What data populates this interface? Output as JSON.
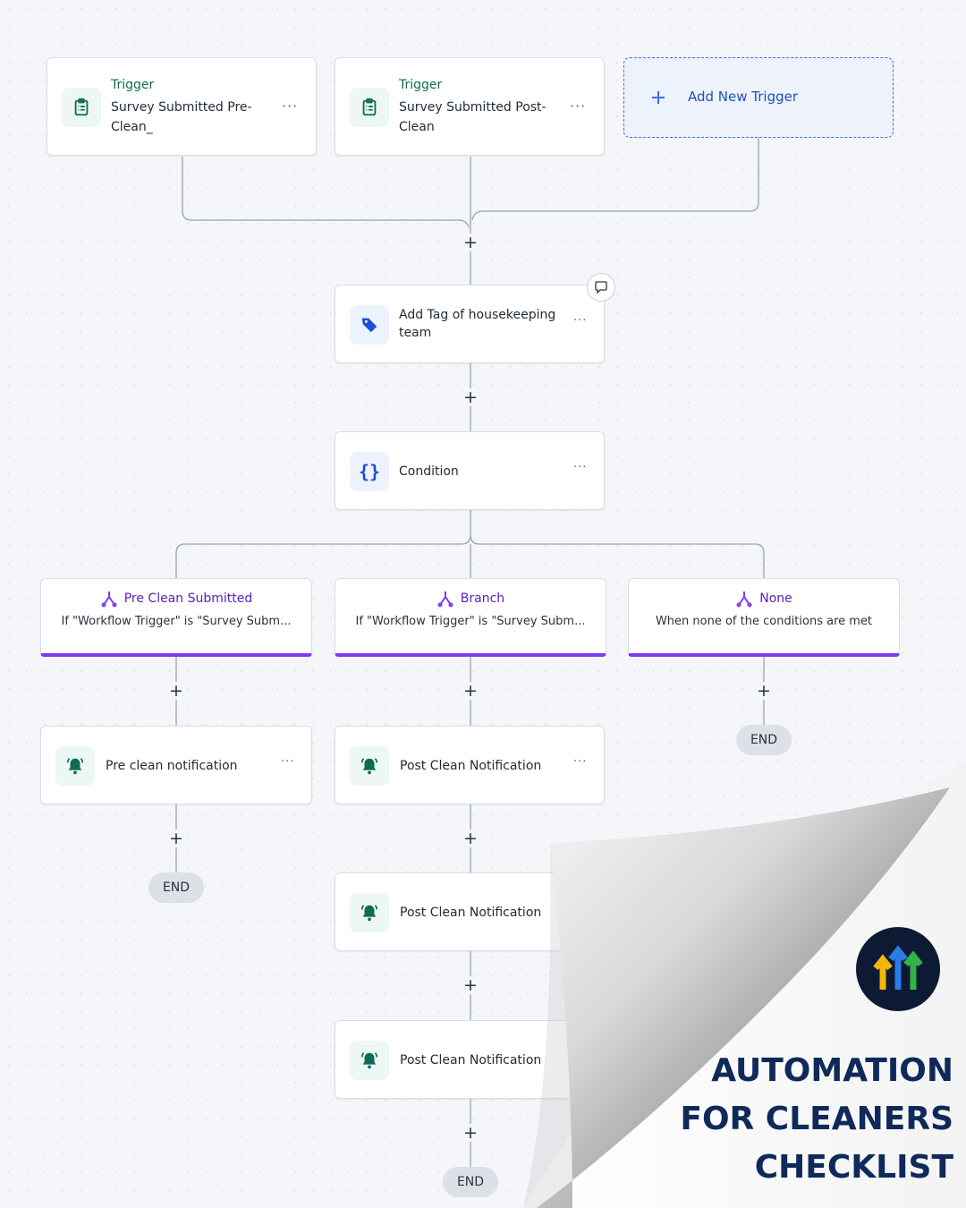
{
  "triggers": [
    {
      "title": "Trigger",
      "text": "Survey Submitted Pre-Clean_",
      "line1": "Survey Submitted Pre-",
      "line2": "Clean_",
      "icon": "clipboard-icon"
    },
    {
      "title": "Trigger",
      "text": "Survey Submitted Post-Clean",
      "line1": "Survey Submitted Post-",
      "line2": "Clean",
      "icon": "clipboard-icon"
    }
  ],
  "add_trigger": {
    "label": "Add New Trigger",
    "icon": "plus-icon"
  },
  "add_tag": {
    "line1": "Add Tag of housekeeping",
    "line2": "team",
    "icon": "tag-icon"
  },
  "condition": {
    "label": "Condition",
    "icon": "braces-icon"
  },
  "branches": [
    {
      "title": "Pre Clean Submitted",
      "desc": "If \"Workflow Trigger\" is \"Survey Subm..."
    },
    {
      "title": "Branch",
      "desc": "If \"Workflow Trigger\" is \"Survey Subm..."
    },
    {
      "title": "None",
      "desc": "When none of the conditions are met"
    }
  ],
  "actions": {
    "pre_notification": "Pre clean notification",
    "post_notification_1": "Post Clean Notification",
    "post_notification_2": "Post Clean Notification",
    "post_notification_3": "Post Clean Notification"
  },
  "more_glyph": "···",
  "plus_glyph": "+",
  "end_label": "END",
  "brand": {
    "line1": "AUTOMATION",
    "line2": "FOR CLEANERS",
    "line3": "CHECKLIST"
  },
  "colors": {
    "accent_purple": "#7e3af2",
    "teal": "#0f6b55",
    "blue": "#3b6fd6",
    "brand_navy": "#0f2a5a"
  }
}
